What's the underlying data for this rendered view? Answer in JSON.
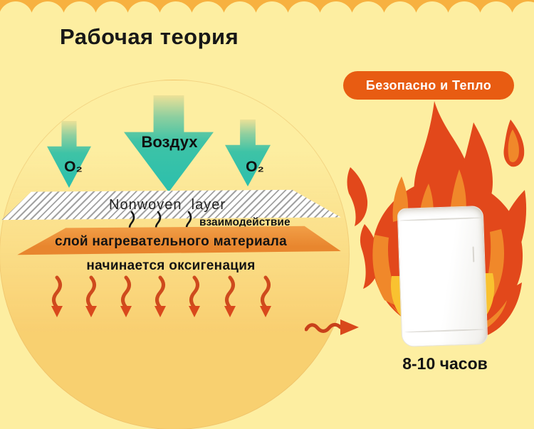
{
  "title": "Рабочая теория",
  "badge": {
    "label": "Безопасно и Тепло"
  },
  "diagram": {
    "air_label": "Воздух",
    "o2_left": "O₂",
    "o2_right": "O₂",
    "nonwoven_label": "Nonwoven  layer",
    "interaction_label": "взаимодействие",
    "heating_layer_label": "слой нагревательного материала",
    "oxygenation_label": "начинается оксигенация"
  },
  "result": {
    "duration_label": "8-10 часов"
  },
  "colors": {
    "background": "#fdeea1",
    "banner_orange": "#f7b140",
    "badge_orange": "#e85c12",
    "arrow_teal": "#2bbfad",
    "heat_arrow_orange": "#ce4a1d",
    "heating_layer_orange": "#eb8c38",
    "flame_red": "#e2481b",
    "flame_orange": "#f0882a",
    "flame_yellow": "#f9c230"
  }
}
